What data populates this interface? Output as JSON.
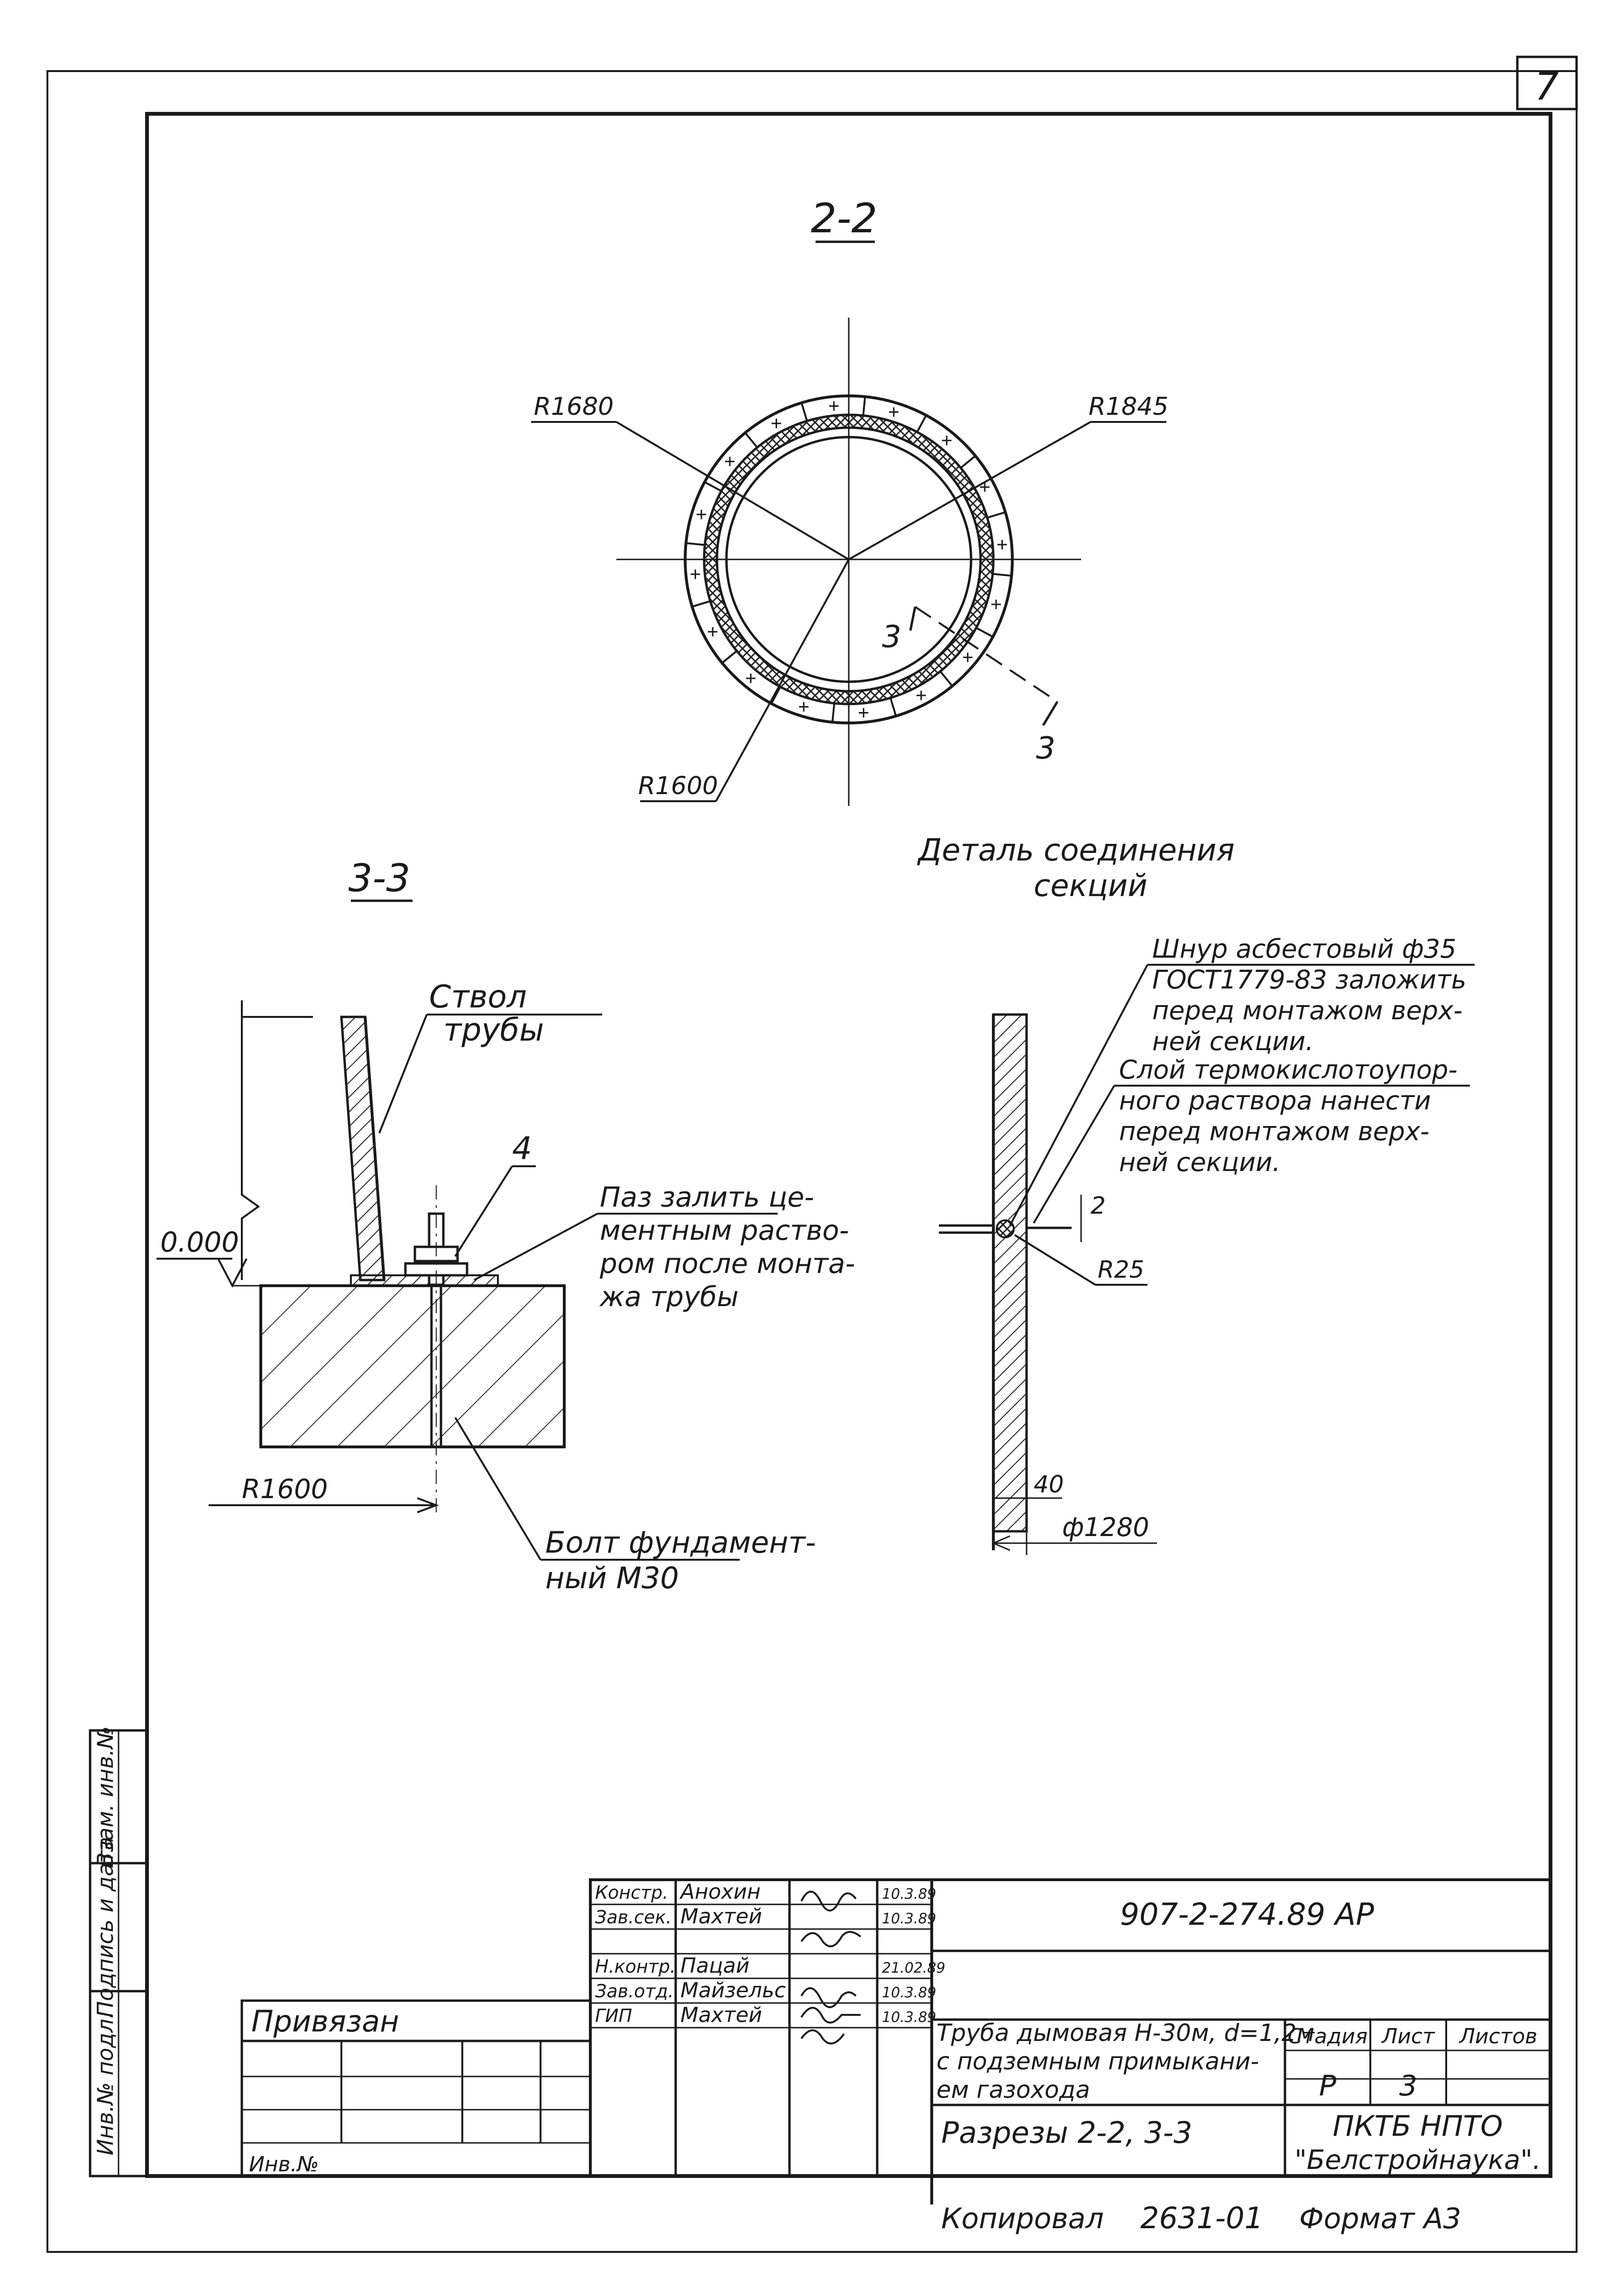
{
  "sheet_number": "7",
  "section_2_2": {
    "title": "2-2",
    "cut_mark": "3",
    "radii": [
      "R1680",
      "R1845",
      "R1600"
    ]
  },
  "section_3_3": {
    "title": "3-3",
    "callout_4": "4",
    "shaft_label": [
      "Ствол",
      "трубы"
    ],
    "grout_note": [
      "Паз залить це-",
      "ментным раство-",
      "ром после монта-",
      "жа трубы"
    ],
    "level": "0.000",
    "radius": "R1600",
    "bolt_label": [
      "Болт фундамент-",
      "ный М30"
    ]
  },
  "detail": {
    "title": [
      "Деталь соединения",
      "секций"
    ],
    "cord_note": [
      "Шнур асбестовый ф35",
      "ГОСТ1779-83 заложить",
      "перед монтажом верх-",
      "ней секции."
    ],
    "mortar_note": [
      "Слой термокислотоупор-",
      "ного раствора нанести",
      "перед монтажом верх-",
      "ней секции."
    ],
    "dim_small": "2",
    "radius": "R25",
    "dim_wall": "40",
    "diameter": "ф1280"
  },
  "side_stamp": [
    "Инв.№ подл.",
    "Подпись и дата",
    "Взам. инв.№"
  ],
  "title_block": {
    "roles": [
      "Констр.",
      "Зав.сек.",
      "",
      "Н.контр.",
      "Зав.отд.",
      "ГИП"
    ],
    "names": [
      "Анохин",
      "Махтей",
      "",
      "Пацай",
      "Майзельс",
      "Махтей"
    ],
    "dates": [
      "10.3.89",
      "10.3.89",
      "",
      "21.02.89",
      "10.3.89",
      "10.3.89"
    ],
    "doc_code": "907-2-274.89 АР",
    "object": [
      "Труба дымовая Н-30м, d=1,2м",
      "с подземным примыкани-",
      "ем газохода"
    ],
    "stage_header": "Стадия",
    "sheet_header": "Лист",
    "sheets_header": "Листов",
    "stage": "Р",
    "sheet": "3",
    "drawing_title": "Разрезы 2-2, 3-3",
    "org": [
      "ПКТБ НПТО",
      "\"Белстройнаука\"."
    ],
    "privyazan": "Привязан",
    "inv": "Инв.№"
  },
  "footer": {
    "copied": "Копировал",
    "code": "2631-01",
    "format": "Формат А3"
  }
}
